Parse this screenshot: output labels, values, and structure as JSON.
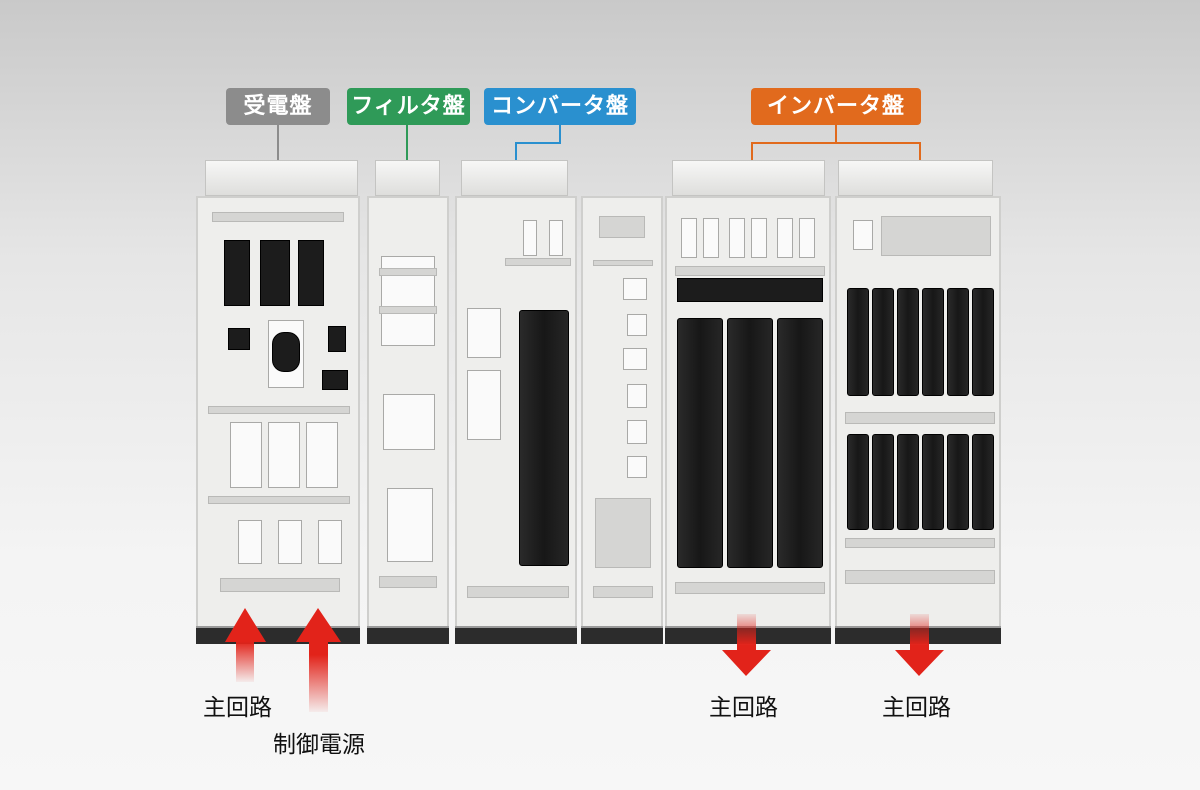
{
  "panels": {
    "receiving": {
      "label": "受電盤",
      "color": "#8c8c8c"
    },
    "filter": {
      "label": "フィルタ盤",
      "color": "#2f9a58"
    },
    "converter": {
      "label": "コンバータ盤",
      "color": "#2a90cf"
    },
    "inverter": {
      "label": "インバータ盤",
      "color": "#e16a1d"
    }
  },
  "arrow_color": "#e2231a",
  "captions": {
    "main_circuit_in": "主回路",
    "control_power": "制御電源",
    "main_circuit_out_1": "主回路",
    "main_circuit_out_2": "主回路"
  }
}
